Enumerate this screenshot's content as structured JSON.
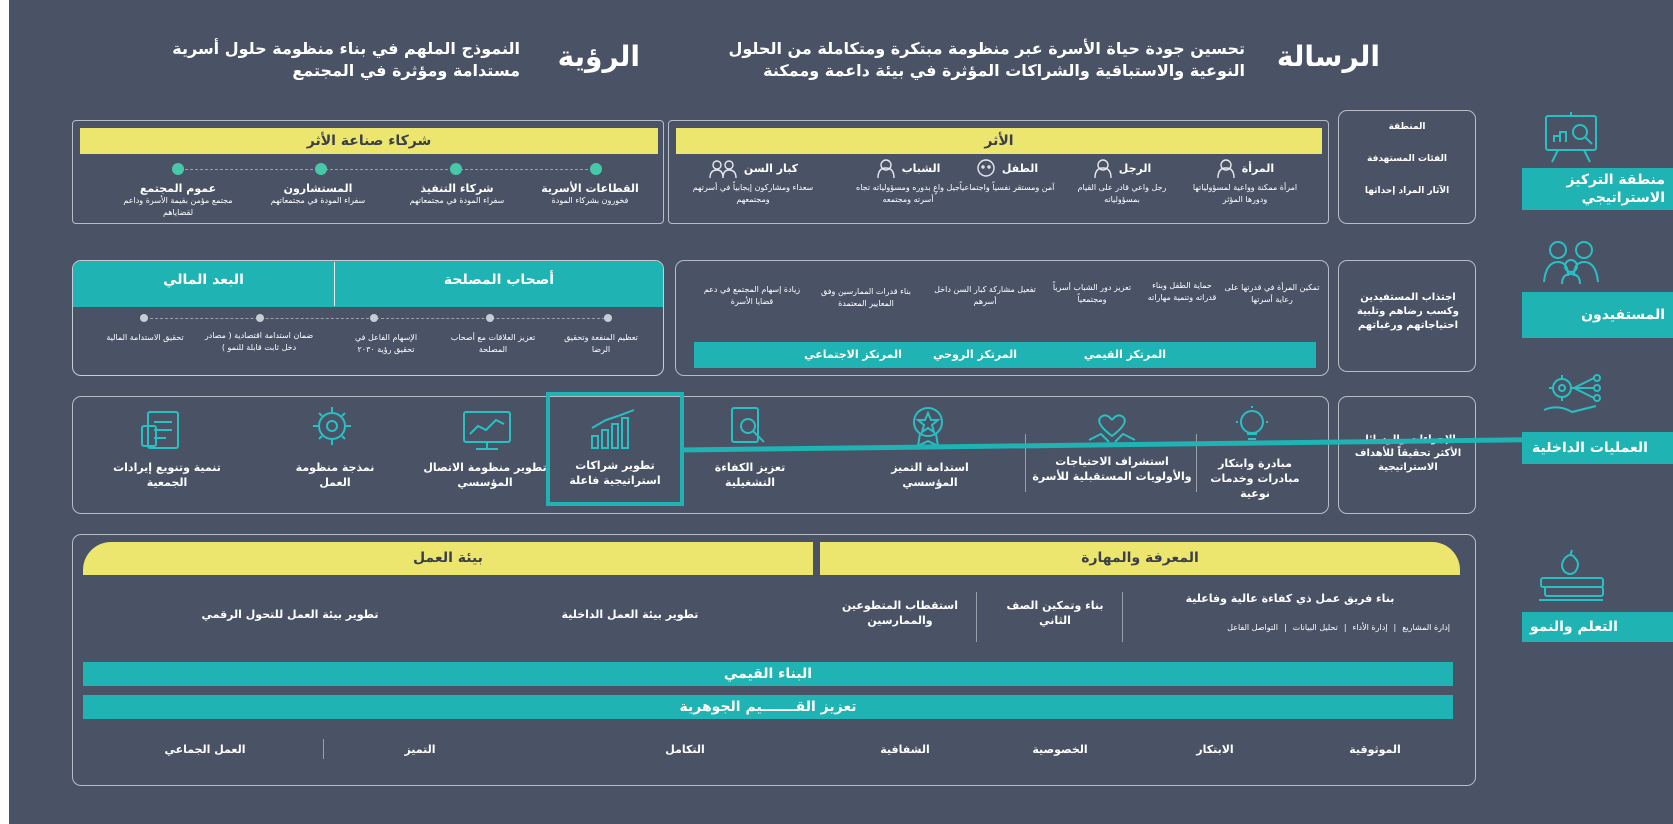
{
  "header": {
    "mission_title": "الرسالة",
    "mission_line1": "تحسين جودة حياة الأسرة عبر منظومة مبتكرة ومتكاملة من الحلول",
    "mission_line2": "النوعية والاستباقية والشراكات المؤثرة في بيئة داعمة وممكنة",
    "vision_title": "الرؤية",
    "vision_line1": "النموذج الملهم في بناء منظومة حلول أسرية",
    "vision_line2": "مستدامة ومؤثرة في المجتمع"
  },
  "side": {
    "focus": "منطقة التركيز الاستراتيجي",
    "beneficiaries": "المستفيدون",
    "operations": "العمليات الداخلية",
    "learning": "التعلم والنمو"
  },
  "focus_row": {
    "labels": [
      "المنطقة",
      "الفئات المستهدفة",
      "الآثار المراد إحداثها"
    ],
    "impact_title": "الأثر",
    "partners_title": "شركاء صناعة الأثر",
    "groups": [
      {
        "title": "المرأة",
        "desc": "امرأة ممكنة وواعية لمسؤولياتها ودورها المؤثر"
      },
      {
        "title": "الرجل",
        "desc": "رجل واعي قادر على القيام بمسؤولياته"
      },
      {
        "title": "الطفل",
        "desc": "آمن ومستقر نفسياً واجتماعياً"
      },
      {
        "title": "الشباب",
        "desc": "جيل واعٍ بدوره ومسؤولياته تجاه أسرته ومجتمعه"
      },
      {
        "title": "كبار السن",
        "desc": "سعداء ومشاركون إيجابياً في أسرتهم ومجتمعهم"
      }
    ],
    "partners": [
      {
        "title": "القطاعات الأسرية",
        "desc": "فخورون بشركاء المودة"
      },
      {
        "title": "شركاء التنفيذ",
        "desc": "سفراء المودة في مجتمعاتهم"
      },
      {
        "title": "المستشارون",
        "desc": "سفراء المودة في مجتمعاتهم"
      },
      {
        "title": "عموم المجتمع",
        "desc": "مجتمع مؤمن بقيمة الأسرة وداعم لقضاياهم"
      }
    ]
  },
  "beneficiary_row": {
    "label": "اجتذاب المستفيدين وكسب رضاهم وتلبية احتياجاتهم ورغباتهم",
    "items": [
      "تمكين المرأة في قدرتها على رعاية أسرتها",
      "حماية الطفل وبناء قدراته وتنمية مهاراته",
      "تعزيز دور الشباب أسرياً ومجتمعياً",
      "تفعيل مشاركة كبار السن داخل أسرهم",
      "بناء قدرات الممارسين وفق المعايير المعتمدة",
      "زيادة إسهام المجتمع في دعم قضايا الأسرة"
    ],
    "pillars": [
      "المرتكز القيمي",
      "المرتكز الروحي",
      "المرتكز الاجتماعي"
    ],
    "stakeholders_title": "أصحاب المصلحة",
    "financial_title": "البعد المالي",
    "stakeholders": [
      "تعظيم المنفعة وتحقيق الرضا",
      "تعزيز العلاقات مع أصحاب المصلحة",
      "الإسهام الفاعل في تحقيق رؤية ٢٠٣٠"
    ],
    "financial": [
      "ضمان استدامة اقتصادية ( مصادر دخل ثابت قابلة للنمو )",
      "تحقيق الاستدامة المالية"
    ]
  },
  "operations_row": {
    "label": "الإجراءات والوسائل الأكثر تحقيقاً للأهداف الاستراتيجية",
    "items": [
      "مبادرة وابتكار مبادرات وخدمات نوعية",
      "استشراف الاحتياجات والأولويات المستقبلية للأسرة",
      "استدامة التميز المؤسسي",
      "تعزيز الكفاءة التشغيلية",
      "تطوير شراكات استراتيجية فاعلة",
      "تطوير منظومة الاتصال المؤسسي",
      "نمذجة منظومة العمل",
      "تنمية وتنويع إيرادات الجمعية"
    ]
  },
  "learning_row": {
    "knowledge_title": "المعرفة والمهارة",
    "environment_title": "بيئة العمل",
    "team_title": "بناء فريق عمل ذي كفاءة عالية وفاعلية",
    "skills": [
      "إدارة المشاريع",
      "إدارة الأداء",
      "تحليل البيانات",
      "التواصل الفاعل"
    ],
    "second_line": "بناء وتمكين الصف الثاني",
    "volunteers": "استقطاب المتطوعين والممارسين",
    "internal_env": "تطوير بيئة العمل الداخلية",
    "digital_env": "تطوير بيئة العمل للتحول الرقمي",
    "values_build": "البناء القيمي",
    "values_core": "تعزيز القـــــــيم الجوهرية",
    "values": [
      "الموثوقية",
      "الابتكار",
      "الخصوصية",
      "الشفافية",
      "التكامل",
      "التميز",
      "العمل الجماعي"
    ]
  },
  "colors": {
    "background": "#4a5266",
    "teal": "#1fb3b3",
    "yellow": "#ece56e"
  }
}
